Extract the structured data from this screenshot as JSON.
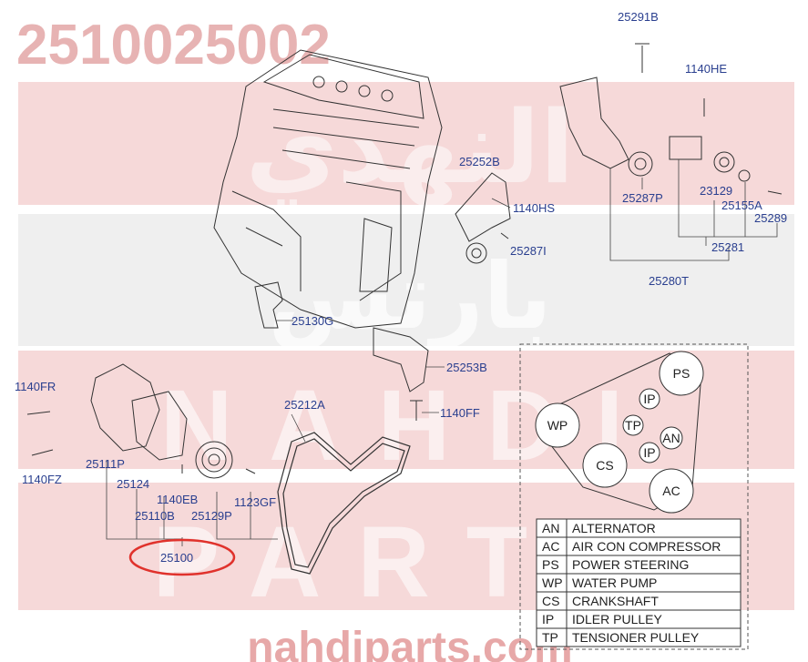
{
  "watermark": {
    "part_number": "2510025002",
    "brand_arabic": "النهدي",
    "brand_arabic_2": "بارتس",
    "brand_latin": "NAHDI",
    "brand_latin_2": "PARTS",
    "site": "nahdiparts.com"
  },
  "callouts": [
    {
      "id": "c1",
      "text": "25291B"
    },
    {
      "id": "c2",
      "text": "1140HE"
    },
    {
      "id": "c3",
      "text": "25252B"
    },
    {
      "id": "c4",
      "text": "1140HS"
    },
    {
      "id": "c5",
      "text": "25287I"
    },
    {
      "id": "c6",
      "text": "25287P"
    },
    {
      "id": "c7",
      "text": "23129"
    },
    {
      "id": "c8",
      "text": "25155A"
    },
    {
      "id": "c9",
      "text": "25289"
    },
    {
      "id": "c10",
      "text": "25281"
    },
    {
      "id": "c11",
      "text": "25280T"
    },
    {
      "id": "c12",
      "text": "25130G"
    },
    {
      "id": "c13",
      "text": "25253B"
    },
    {
      "id": "c14",
      "text": "1140FF"
    },
    {
      "id": "c15",
      "text": "25212A"
    },
    {
      "id": "c16",
      "text": "1140FR"
    },
    {
      "id": "c17",
      "text": "1140FZ"
    },
    {
      "id": "c18",
      "text": "25111P"
    },
    {
      "id": "c19",
      "text": "25124"
    },
    {
      "id": "c20",
      "text": "1140EB"
    },
    {
      "id": "c21",
      "text": "1123GF"
    },
    {
      "id": "c22",
      "text": "25110B"
    },
    {
      "id": "c23",
      "text": "25129P"
    },
    {
      "id": "c24",
      "text": "25100"
    }
  ],
  "highlighted_part": "25100",
  "belt_routing": {
    "pulleys": [
      "PS",
      "IP",
      "WP",
      "TP",
      "IP",
      "AN",
      "CS",
      "AC"
    ]
  },
  "legend": [
    {
      "code": "AN",
      "name": "ALTERNATOR"
    },
    {
      "code": "AC",
      "name": "AIR CON COMPRESSOR"
    },
    {
      "code": "PS",
      "name": "POWER STEERING"
    },
    {
      "code": "WP",
      "name": "WATER PUMP"
    },
    {
      "code": "CS",
      "name": "CRANKSHAFT"
    },
    {
      "code": "IP",
      "name": "IDLER PULLEY"
    },
    {
      "code": "TP",
      "name": "TENSIONER PULLEY"
    }
  ],
  "colors": {
    "label": "#2a3f8f",
    "highlight": "#e0322c",
    "watermark": "#e9a5a5",
    "line": "#222222"
  }
}
